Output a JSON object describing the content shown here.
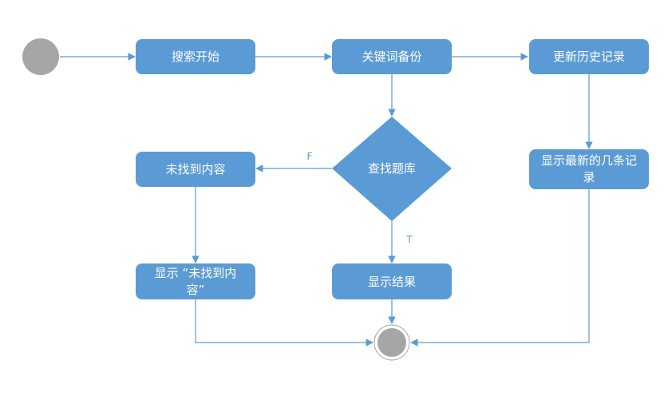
{
  "colors": {
    "node_fill": "#5b9bd5",
    "node_text": "#ffffff",
    "edge": "#5b9bd5",
    "terminal_fill": "#a6a6a6",
    "terminal_ring": "#a6a6a6",
    "edge_label": "#5b9bd5"
  },
  "nodes": {
    "search_start": "搜索开始",
    "keyword_backup": "关键词备份",
    "update_history": "更新历史记录",
    "query_bank": "查找题库",
    "not_found": "未找到内容",
    "show_latest_1": "显示最新的几条记",
    "show_latest_2": "录",
    "show_result": "显示结果",
    "show_not_found_1": "显示 “未找到内",
    "show_not_found_2": "容”"
  },
  "edge_labels": {
    "false_branch": "F",
    "true_branch": "T"
  }
}
